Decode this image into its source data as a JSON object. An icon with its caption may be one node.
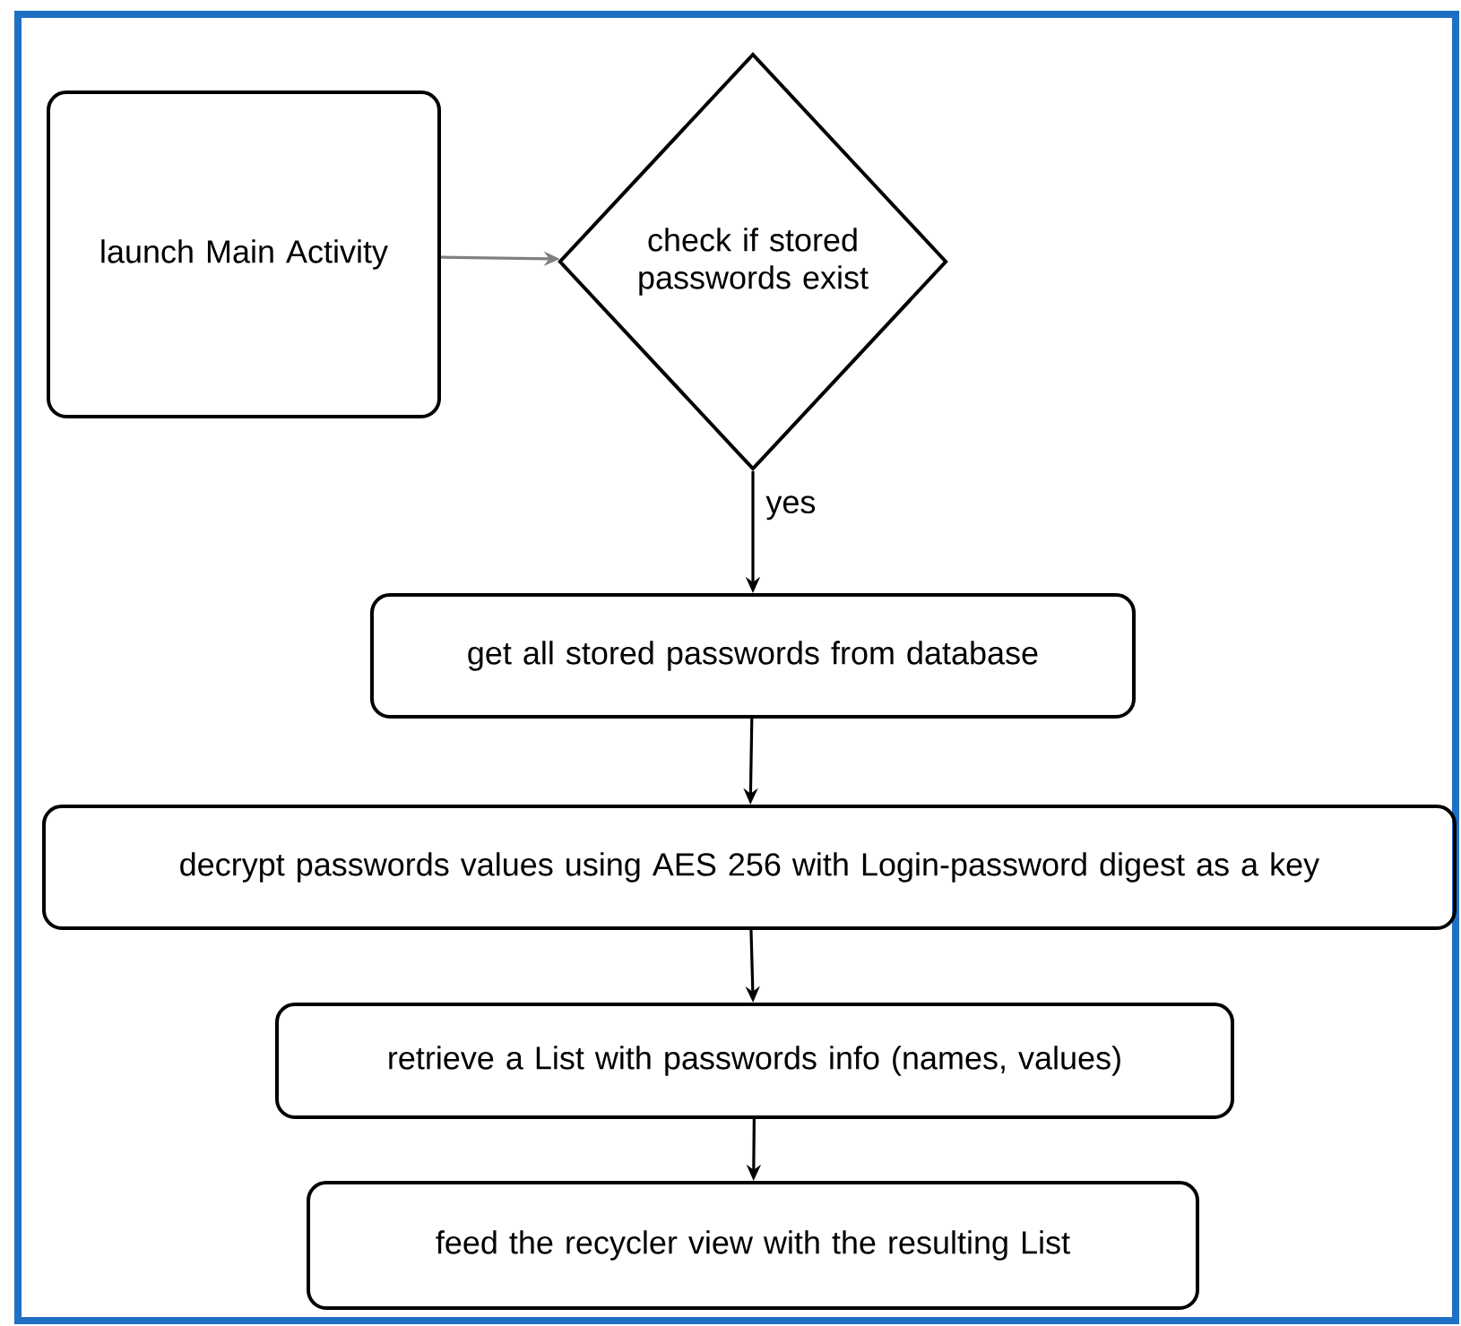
{
  "diagram": {
    "nodes": [
      {
        "text": [
          "launch Main Activity"
        ]
      },
      {
        "text": [
          "check if stored passwords exist"
        ]
      },
      {
        "text": [
          "get all stored passwords from database"
        ]
      },
      {
        "text": [
          "decrypt passwords values using AES 256 with Login-password digest as a key"
        ]
      },
      {
        "text": [
          "retrieve a List with passwords info (names, values)"
        ]
      },
      {
        "text": [
          "feed the recycler view with the resulting List"
        ]
      }
    ],
    "edges": [
      {
        "from": 0,
        "to": 1,
        "arrow": "to",
        "color": "#808080"
      },
      {
        "from": 1,
        "to": 2,
        "arrow": "to",
        "label": "yes"
      },
      {
        "from": 2,
        "to": 3,
        "arrow": "to"
      },
      {
        "from": 3,
        "to": 4,
        "arrow": "to"
      },
      {
        "from": 4,
        "to": 5,
        "arrow": "to"
      }
    ]
  }
}
